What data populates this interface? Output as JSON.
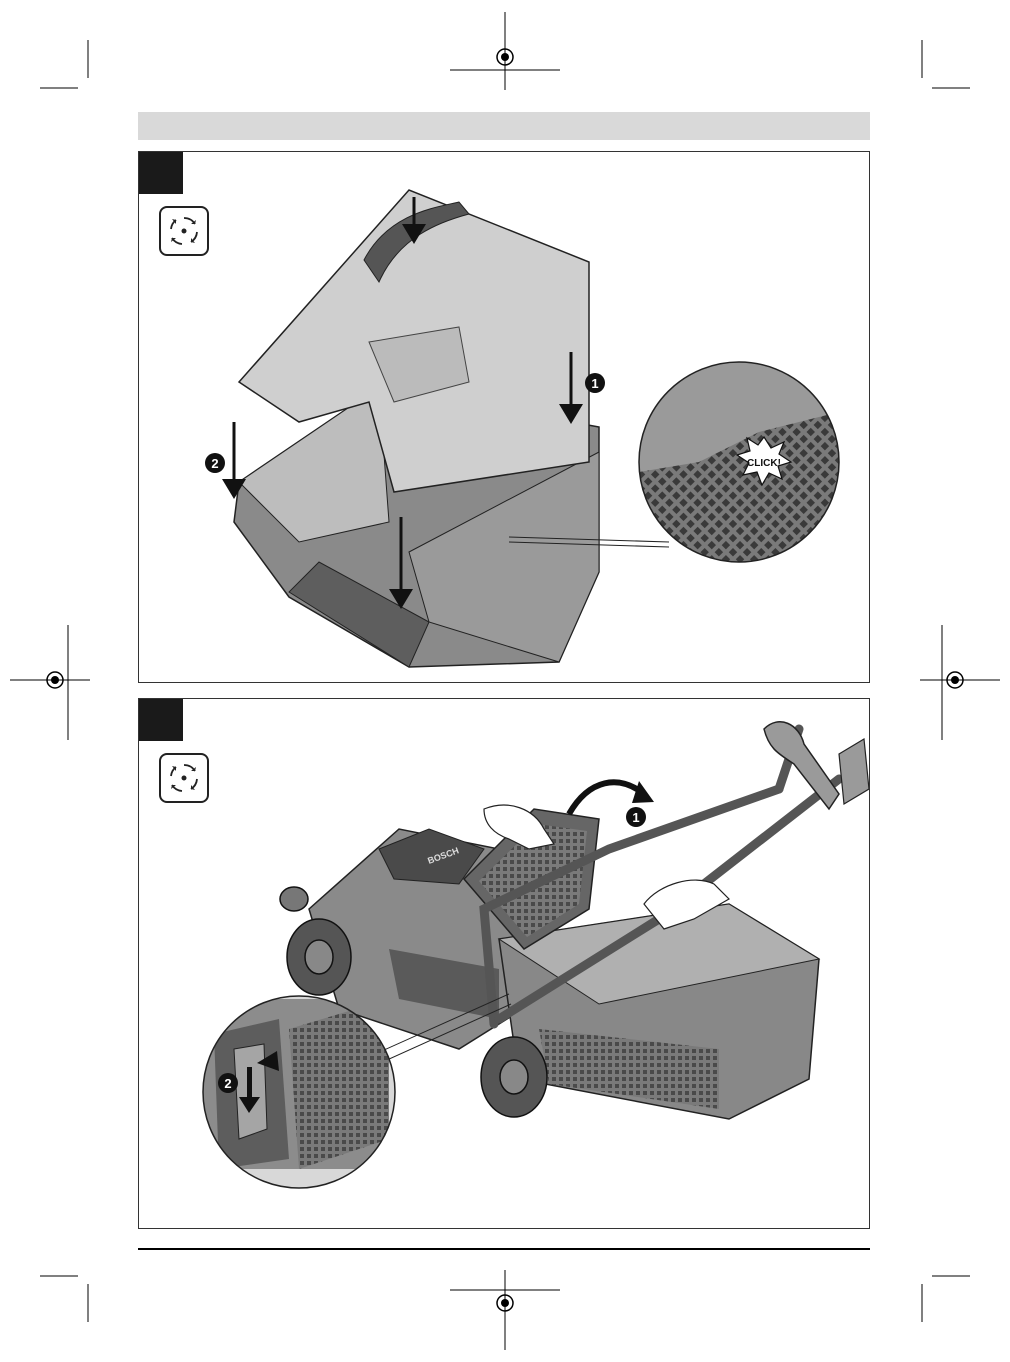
{
  "callouts": {
    "a_step1": "1",
    "a_step2": "2",
    "a_click": "CLICK!",
    "b_step1": "1",
    "b_step2": "2",
    "b_brand": "BOSCH"
  },
  "icons": {
    "step_icon": "rotating-blade-icon",
    "marker": "registration-mark-icon"
  },
  "colors": {
    "panel_tag": "#1a1a1a",
    "header_bar": "#d9d9d9",
    "machine_dark": "#6e6e6e",
    "machine_light": "#c8c8c8"
  }
}
